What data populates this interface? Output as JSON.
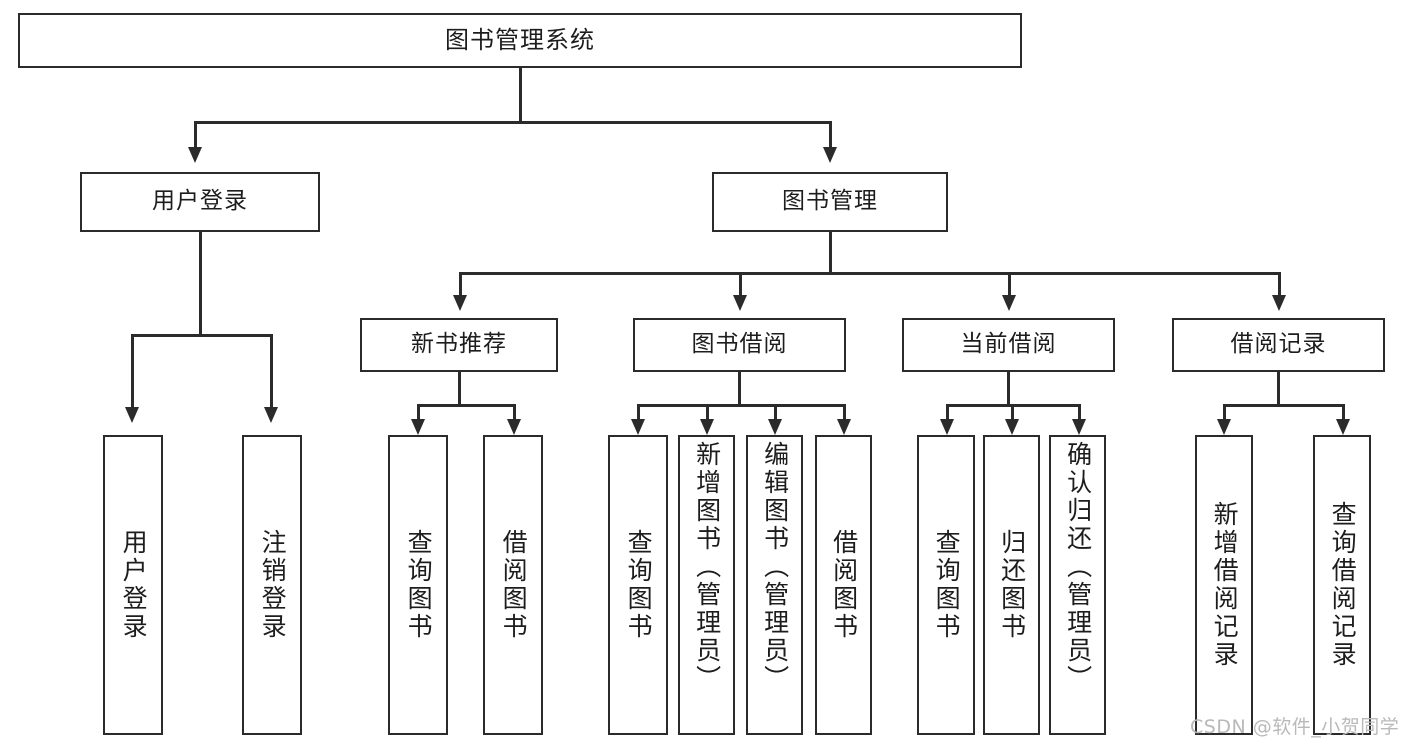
{
  "diagram": {
    "type": "tree-hierarchy",
    "title": "图书管理系统",
    "watermark": "CSDN @软件_小贺同学",
    "colors": {
      "stroke": "#2b2b2b",
      "fill": "#ffffff",
      "text": "#1d1d1d",
      "watermark": "#b9b9b9"
    },
    "levels": {
      "root": {
        "label": "图书管理系统"
      },
      "level2": [
        {
          "label": "用户登录"
        },
        {
          "label": "图书管理"
        }
      ],
      "level3": [
        {
          "label": "新书推荐"
        },
        {
          "label": "图书借阅"
        },
        {
          "label": "当前借阅"
        },
        {
          "label": "借阅记录"
        }
      ],
      "leaves": [
        {
          "label": "用户登录",
          "parent": "用户登录"
        },
        {
          "label": "注销登录",
          "parent": "用户登录"
        },
        {
          "label": "查询图书",
          "parent": "新书推荐"
        },
        {
          "label": "借阅图书",
          "parent": "新书推荐"
        },
        {
          "label": "查询图书",
          "parent": "图书借阅"
        },
        {
          "label": "新增图书（管理员）",
          "parent": "图书借阅"
        },
        {
          "label": "编辑图书（管理员）",
          "parent": "图书借阅"
        },
        {
          "label": "借阅图书",
          "parent": "图书借阅"
        },
        {
          "label": "查询图书",
          "parent": "当前借阅"
        },
        {
          "label": "归还图书",
          "parent": "当前借阅"
        },
        {
          "label": "确认归还（管理员）",
          "parent": "当前借阅"
        },
        {
          "label": "新增借阅记录",
          "parent": "借阅记录"
        },
        {
          "label": "查询借阅记录",
          "parent": "借阅记录"
        }
      ]
    }
  }
}
